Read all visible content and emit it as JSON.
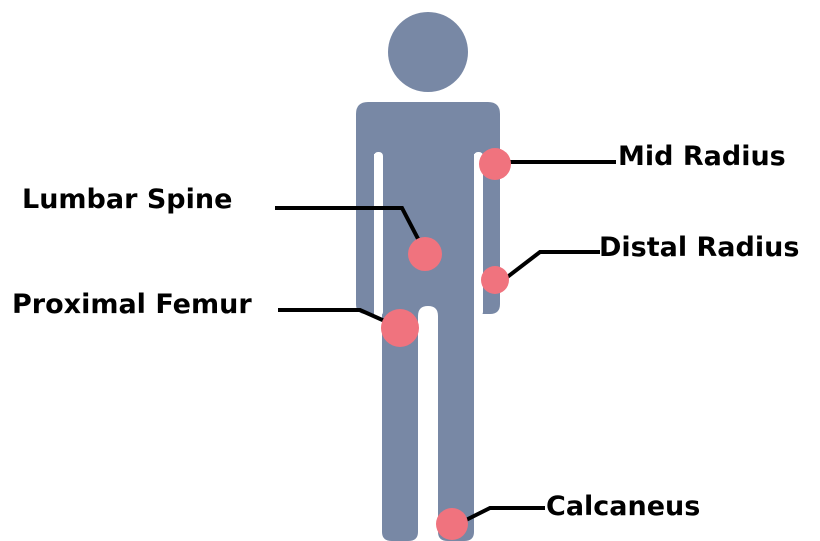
{
  "colors": {
    "figure": "#7888a5",
    "marker": "#f0737e",
    "leader": "#000000",
    "text": "#000000"
  },
  "labels": {
    "mid_radius": "Mid Radius",
    "lumbar_spine": "Lumbar Spine",
    "distal_radius": "Distal Radius",
    "proximal_femur": "Proximal Femur",
    "calcaneus": "Calcaneus"
  }
}
